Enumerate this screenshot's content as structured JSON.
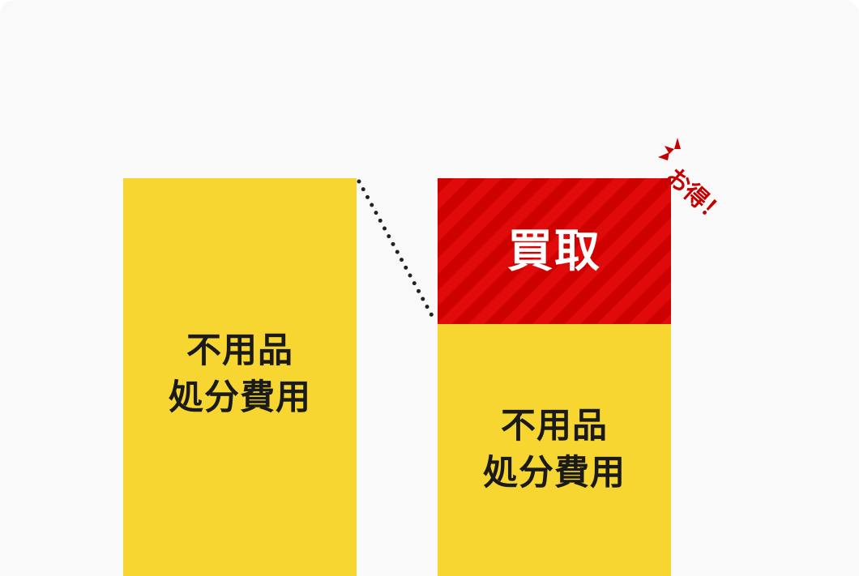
{
  "diagram": {
    "left_bar": {
      "line1": "不用品",
      "line2": "処分費用"
    },
    "right_bar": {
      "top_label": "買取",
      "line1": "不用品",
      "line2": "処分費用"
    },
    "badge_text": "お得！",
    "colors": {
      "background": "#f9f9f9",
      "yellow": "#f7d631",
      "red": "#cf0000",
      "red_stripe": "#e00a0a",
      "badge_red": "#c40000",
      "text_dark": "#1a1a1a",
      "dots": "#222222"
    },
    "icons": {
      "burst": "emphasis-burst-icon"
    }
  }
}
